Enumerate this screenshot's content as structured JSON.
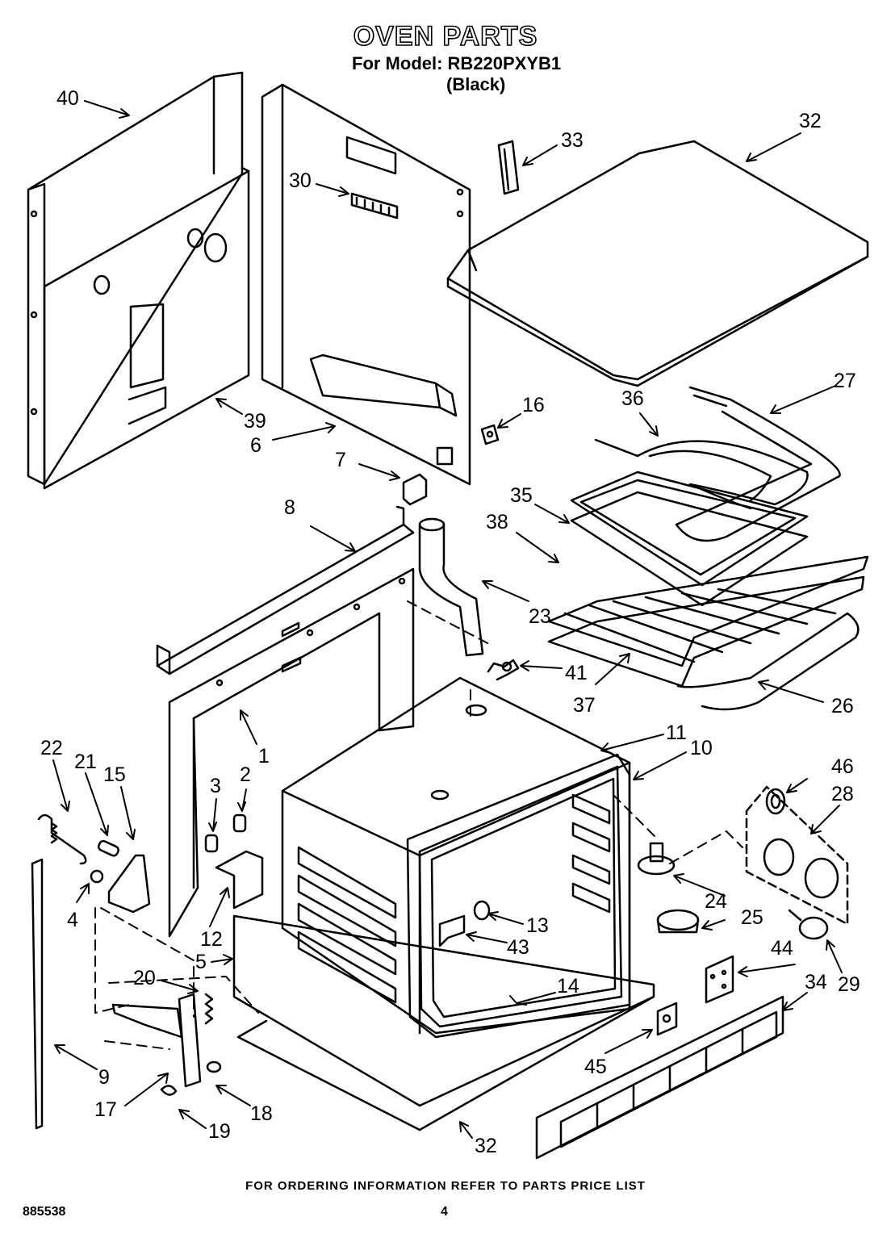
{
  "header": {
    "title": "OVEN PARTS",
    "model_line": "For Model: RB220PXYB1",
    "color_line": "(Black)"
  },
  "callouts": [
    "40",
    "30",
    "33",
    "32",
    "39",
    "6",
    "16",
    "7",
    "27",
    "36",
    "35",
    "38",
    "8",
    "23",
    "41",
    "37",
    "26",
    "1",
    "11",
    "10",
    "46",
    "22",
    "21",
    "15",
    "3",
    "2",
    "28",
    "4",
    "12",
    "24",
    "13",
    "25",
    "43",
    "5",
    "44",
    "34",
    "29",
    "20",
    "14",
    "9",
    "45",
    "17",
    "18",
    "19",
    "32"
  ],
  "footer": {
    "ordering_note": "FOR ORDERING INFORMATION REFER TO PARTS PRICE LIST",
    "document_number": "885538",
    "page_number": "4"
  }
}
